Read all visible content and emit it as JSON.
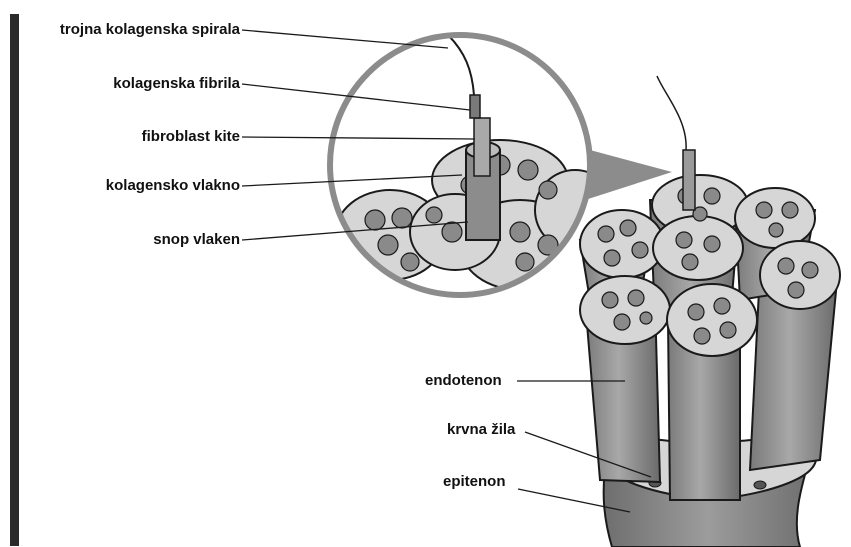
{
  "labels": {
    "triple_helix": "trojna kolagenska spirala",
    "fibril": "kolagenska fibrila",
    "fibroblast": "fibroblast kite",
    "fiber": "kolagensko vlakno",
    "bundle": "snop vlaken",
    "endotenon": "endotenon",
    "vessel": "krvna žila",
    "epitenon": "epitenon"
  },
  "colors": {
    "bar": "#2a2a2a",
    "tissue_light": "#d6d6d6",
    "tissue_mid": "#9a9a9a",
    "tissue_dark": "#6e6e6e",
    "outline": "#1a1a1a",
    "magnifier_ring": "#8c8c8c"
  }
}
